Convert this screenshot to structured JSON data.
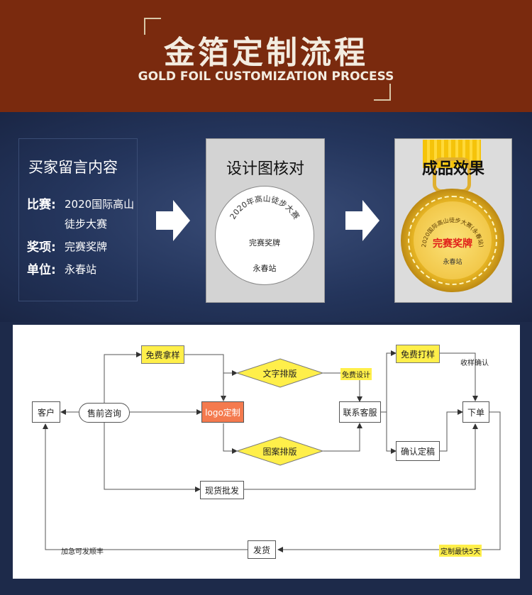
{
  "header": {
    "title_cn": "金箔定制流程",
    "title_en": "GOLD FOIL CUSTOMIZATION PROCESS"
  },
  "message_box": {
    "title": "买家留言内容",
    "match_key": "比赛:",
    "match_line1": "2020国际高山",
    "match_line2": "徒步大赛",
    "award_key": "奖项:",
    "award_value": "完赛奖牌",
    "unit_key": "单位:",
    "unit_value": "永春站"
  },
  "design_panel": {
    "title": "设计图核对",
    "disc_arc": "2020年高山徒步大赛",
    "disc_award": "完赛奖牌",
    "disc_unit": "永春站"
  },
  "product_panel": {
    "title": "成品效果",
    "medal_arc": "2020国际高山徒步大赛(永春站)",
    "medal_award": "完赛奖牌",
    "medal_unit": "永春站"
  },
  "flow": {
    "customer": "客户",
    "presale": "售前咨询",
    "free_sample": "免费拿样",
    "text_layout": "文字排版",
    "logo_custom": "logo定制",
    "pattern_layout": "图案排版",
    "free_design": "免费设计",
    "contact_service": "联系客服",
    "free_proof": "免费打样",
    "confirm_proof": "确认定稿",
    "receive_confirm": "收样确认",
    "order": "下单",
    "stock_wholesale": "现货批发",
    "shipping": "发货",
    "fastest": "定制最快5天",
    "urgent": "加急可发顺丰"
  },
  "colors": {
    "header_bg": "#7a2a0e",
    "mid_bg": "#24355c",
    "yellow_node": "#ffef4a",
    "orange_node": "#f47a4e"
  }
}
